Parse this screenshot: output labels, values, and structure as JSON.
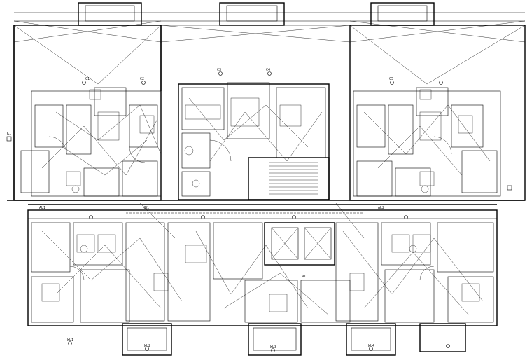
{
  "drawing": {
    "circuit_labels": [
      "C1",
      "C2",
      "C3",
      "C4",
      "C5",
      "WL1",
      "WL2",
      "WL3",
      "WL4",
      "AL1",
      "AL2",
      "K1"
    ],
    "corridor_label": "KB1",
    "panel_label": "AL"
  }
}
